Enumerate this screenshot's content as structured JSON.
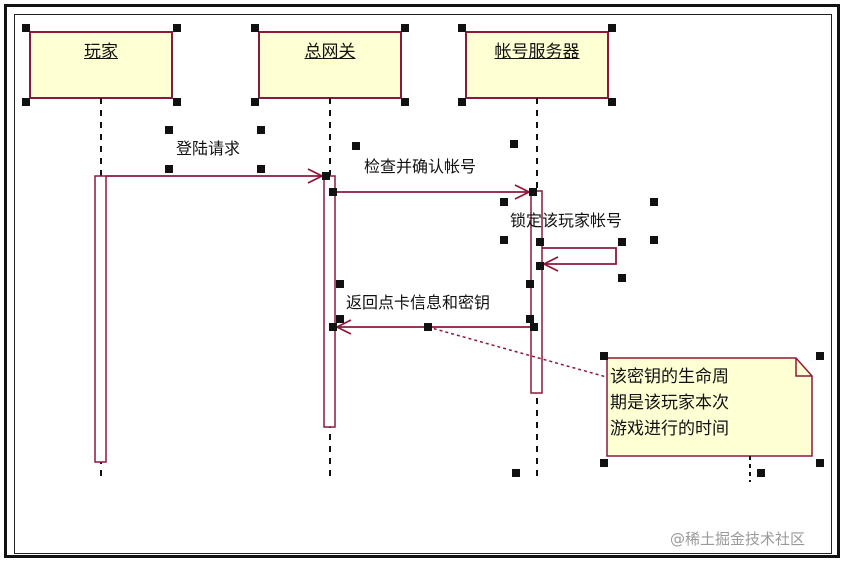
{
  "actors": [
    {
      "name": "玩家"
    },
    {
      "name": "总网关"
    },
    {
      "name": "帐号服务器"
    }
  ],
  "messages": [
    {
      "label": "登陆请求"
    },
    {
      "label": "检查并确认帐号"
    },
    {
      "label": "锁定该玩家帐号"
    },
    {
      "label": "返回点卡信息和密钥"
    }
  ],
  "note": {
    "lines": [
      "该密钥的生命周",
      "期是该玩家本次",
      "游戏进行的时间"
    ]
  },
  "watermark": "@稀土掘金技术社区",
  "colors": {
    "actor_fill": "#ffffd4",
    "actor_border": "#8b1a3a",
    "arrow": "#8b1a3a",
    "note_fill": "#ffffd4",
    "handle": "#111111"
  }
}
